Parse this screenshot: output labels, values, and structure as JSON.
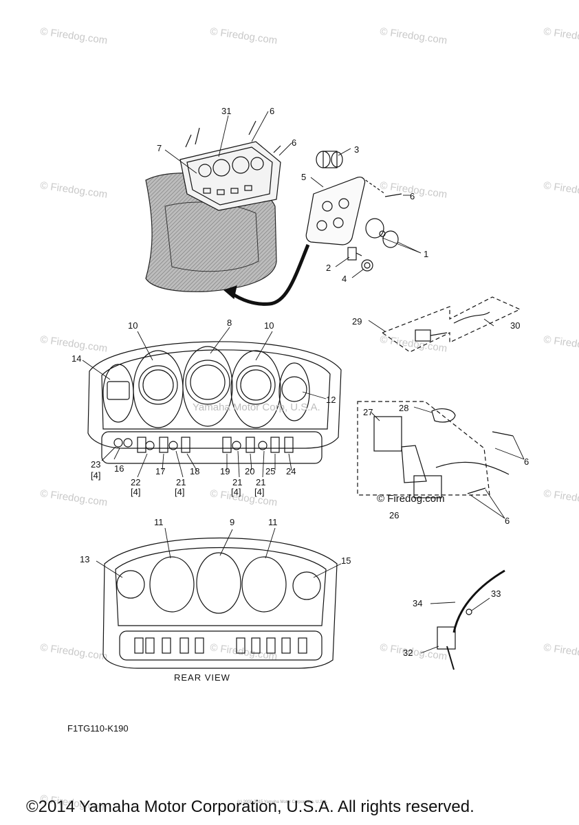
{
  "diagram": {
    "callouts": [
      {
        "id": "c1",
        "text": "1"
      },
      {
        "id": "c2",
        "text": "2"
      },
      {
        "id": "c3",
        "text": "3"
      },
      {
        "id": "c4",
        "text": "4"
      },
      {
        "id": "c5",
        "text": "5"
      },
      {
        "id": "c6a",
        "text": "6"
      },
      {
        "id": "c6b",
        "text": "6"
      },
      {
        "id": "c6c",
        "text": "6"
      },
      {
        "id": "c6d",
        "text": "6"
      },
      {
        "id": "c6e",
        "text": "6"
      },
      {
        "id": "c7",
        "text": "7"
      },
      {
        "id": "c8",
        "text": "8"
      },
      {
        "id": "c9",
        "text": "9"
      },
      {
        "id": "c10a",
        "text": "10"
      },
      {
        "id": "c10b",
        "text": "10"
      },
      {
        "id": "c11a",
        "text": "11"
      },
      {
        "id": "c11b",
        "text": "11"
      },
      {
        "id": "c12",
        "text": "12"
      },
      {
        "id": "c13",
        "text": "13"
      },
      {
        "id": "c14",
        "text": "14"
      },
      {
        "id": "c15",
        "text": "15"
      },
      {
        "id": "c16",
        "text": "16"
      },
      {
        "id": "c17",
        "text": "17"
      },
      {
        "id": "c18",
        "text": "18"
      },
      {
        "id": "c19",
        "text": "19"
      },
      {
        "id": "c20",
        "text": "20"
      },
      {
        "id": "c21a",
        "text": "21"
      },
      {
        "id": "c21b",
        "text": "21"
      },
      {
        "id": "c21c",
        "text": "21"
      },
      {
        "id": "c22",
        "text": "22"
      },
      {
        "id": "c23",
        "text": "23"
      },
      {
        "id": "c24",
        "text": "24"
      },
      {
        "id": "c25",
        "text": "25"
      },
      {
        "id": "c26",
        "text": "26"
      },
      {
        "id": "c27",
        "text": "27"
      },
      {
        "id": "c28",
        "text": "28"
      },
      {
        "id": "c29",
        "text": "29"
      },
      {
        "id": "c30",
        "text": "30"
      },
      {
        "id": "c31",
        "text": "31"
      },
      {
        "id": "c32",
        "text": "32"
      },
      {
        "id": "c33",
        "text": "33"
      },
      {
        "id": "c34",
        "text": "34"
      },
      {
        "id": "q23",
        "text": "[4]"
      },
      {
        "id": "q22",
        "text": "[4]"
      },
      {
        "id": "q21a",
        "text": "[4]"
      },
      {
        "id": "q21b",
        "text": "[4]"
      },
      {
        "id": "q21c",
        "text": "[4]"
      }
    ],
    "rear_view_label": "REAR VIEW",
    "part_code": "F1TG110-K190",
    "center_watermark": "Yamaha Motor Corp, U.S.A.",
    "inline_watermark": "© Firedog.com"
  },
  "watermark_text": "© Firedog.com",
  "footer": {
    "copyright": "©2014 Yamaha Motor Corporation, U.S.A. All rights reserved.",
    "tiny_note": "(c) 2000-2015 Yamaha Motor Corporation, U.S.A."
  },
  "colors": {
    "line": "#111111",
    "hatch": "#9a9a9a",
    "watermark": "#c9c9c9"
  }
}
